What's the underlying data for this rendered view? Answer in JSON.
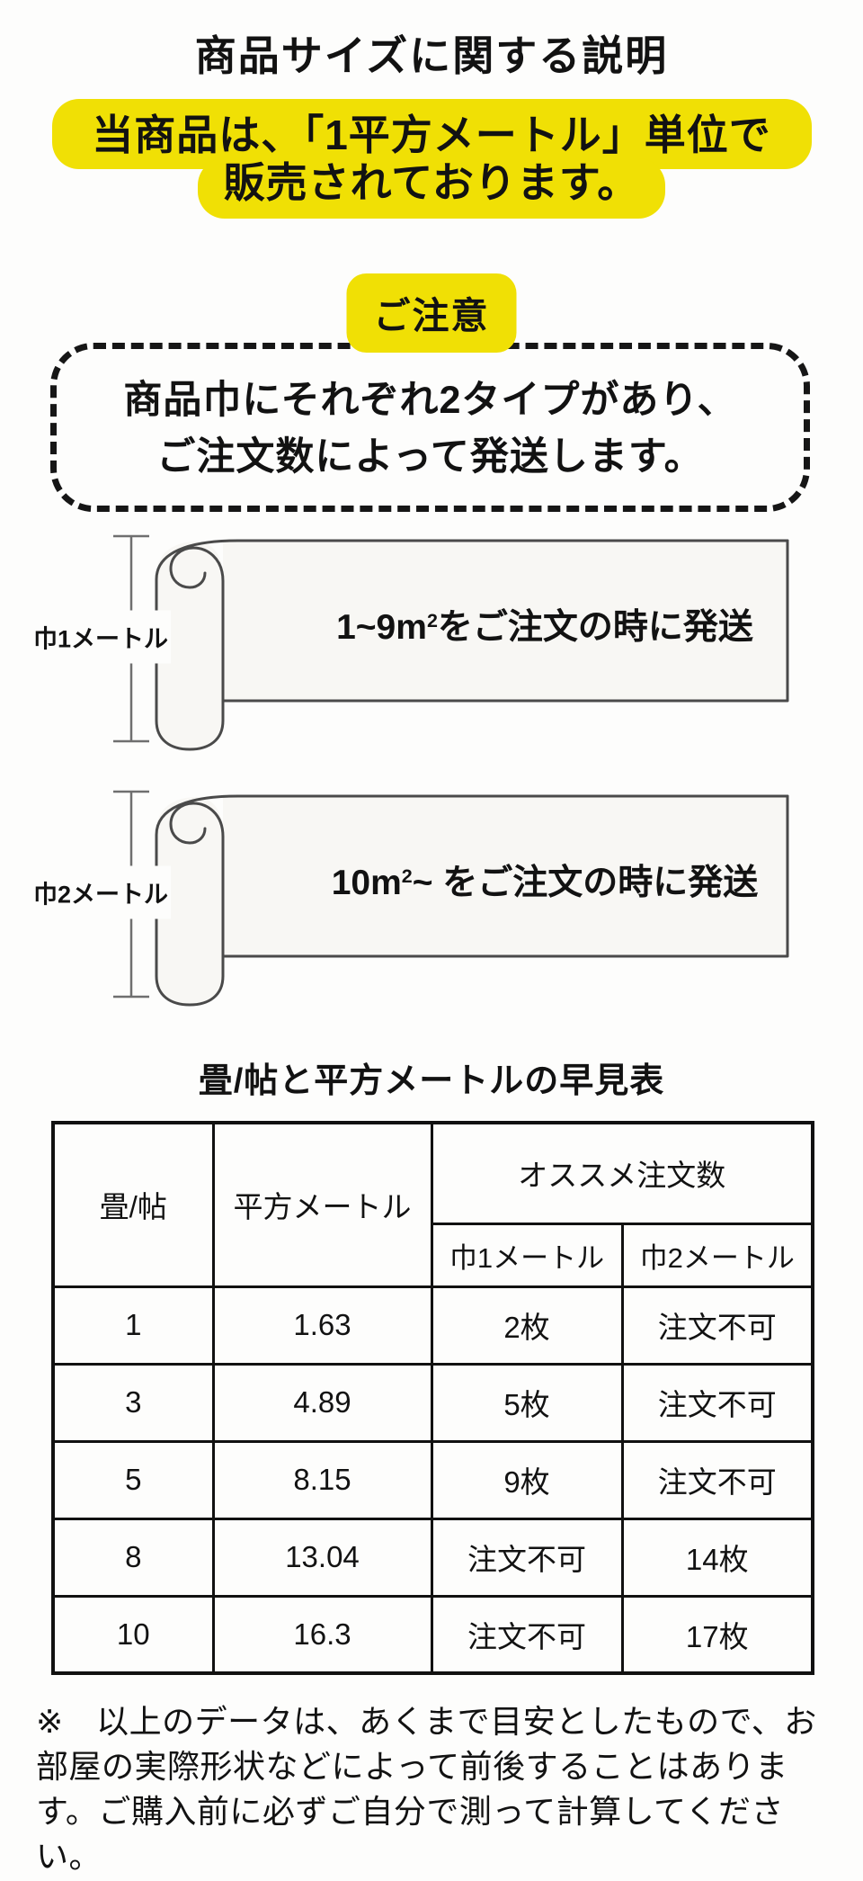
{
  "page": {
    "title": "商品サイズに関する説明",
    "highlight_line1": "当商品は、「1平方メートル」単位で",
    "highlight_line2": "販売されております。",
    "notice_badge": "ご注意",
    "notice_line1": "商品巾にそれぞれ2タイプがあり、",
    "notice_line2": "ご注文数によって発送します。"
  },
  "rolls": [
    {
      "width_label": "巾1メートル",
      "text_before": "1~9m",
      "text_sup": "2",
      "text_after": "をご注文の時に発送"
    },
    {
      "width_label": "巾2メートル",
      "text_before": "10m",
      "text_sup": "2",
      "text_after": "~ をご注文の時に発送"
    }
  ],
  "table": {
    "title": "畳/帖と平方メートルの早見表",
    "header": {
      "col1": "畳/帖",
      "col2": "平方メートル",
      "group": "オススメ注文数",
      "sub1": "巾1メートル",
      "sub2": "巾2メートル"
    },
    "rows": [
      [
        "1",
        "1.63",
        "2枚",
        "注文不可"
      ],
      [
        "3",
        "4.89",
        "5枚",
        "注文不可"
      ],
      [
        "5",
        "8.15",
        "9枚",
        "注文不可"
      ],
      [
        "8",
        "13.04",
        "注文不可",
        "14枚"
      ],
      [
        "10",
        "16.3",
        "注文不可",
        "17枚"
      ]
    ]
  },
  "footnote": "※　以上のデータは、あくまで目安としたもので、お部屋の実際形状などによって前後することはあります。ご購入前に必ずご自分で測って計算してください。",
  "colors": {
    "highlight_yellow": "#f0e005",
    "text_black": "#121212",
    "roll_outline_gray": "#4a4a4a"
  }
}
